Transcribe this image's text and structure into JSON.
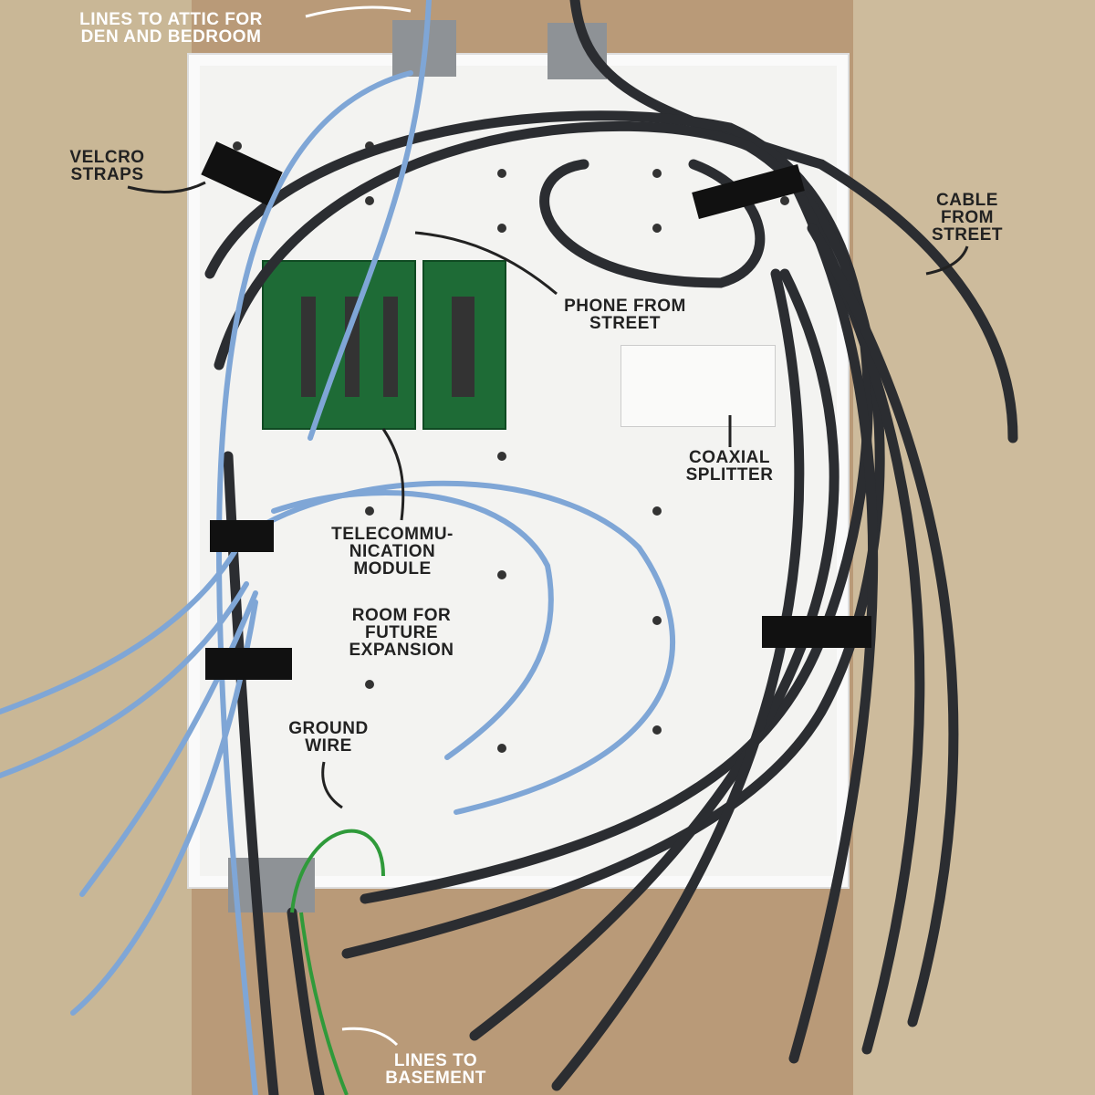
{
  "labels": {
    "attic": [
      "LINES TO ATTIC FOR",
      "DEN AND BEDROOM"
    ],
    "velcro": [
      "VELCRO",
      "STRAPS"
    ],
    "cable": [
      "CABLE",
      "FROM",
      "STREET"
    ],
    "phone": [
      "PHONE FROM",
      "STREET"
    ],
    "coax": [
      "COAXIAL",
      "SPLITTER"
    ],
    "telecom": [
      "TELECOMMU-",
      "NICATION",
      "MODULE"
    ],
    "room": [
      "ROOM FOR",
      "FUTURE",
      "EXPANSION"
    ],
    "ground": [
      "GROUND",
      "WIRE"
    ],
    "basement": [
      "LINES TO",
      "BASEMENT"
    ]
  },
  "colors": {
    "cable_black": "#2b2d31",
    "cable_blue": "#7fa6d6",
    "board_green": "#1e6b36",
    "panel": "#f3f3f1"
  }
}
